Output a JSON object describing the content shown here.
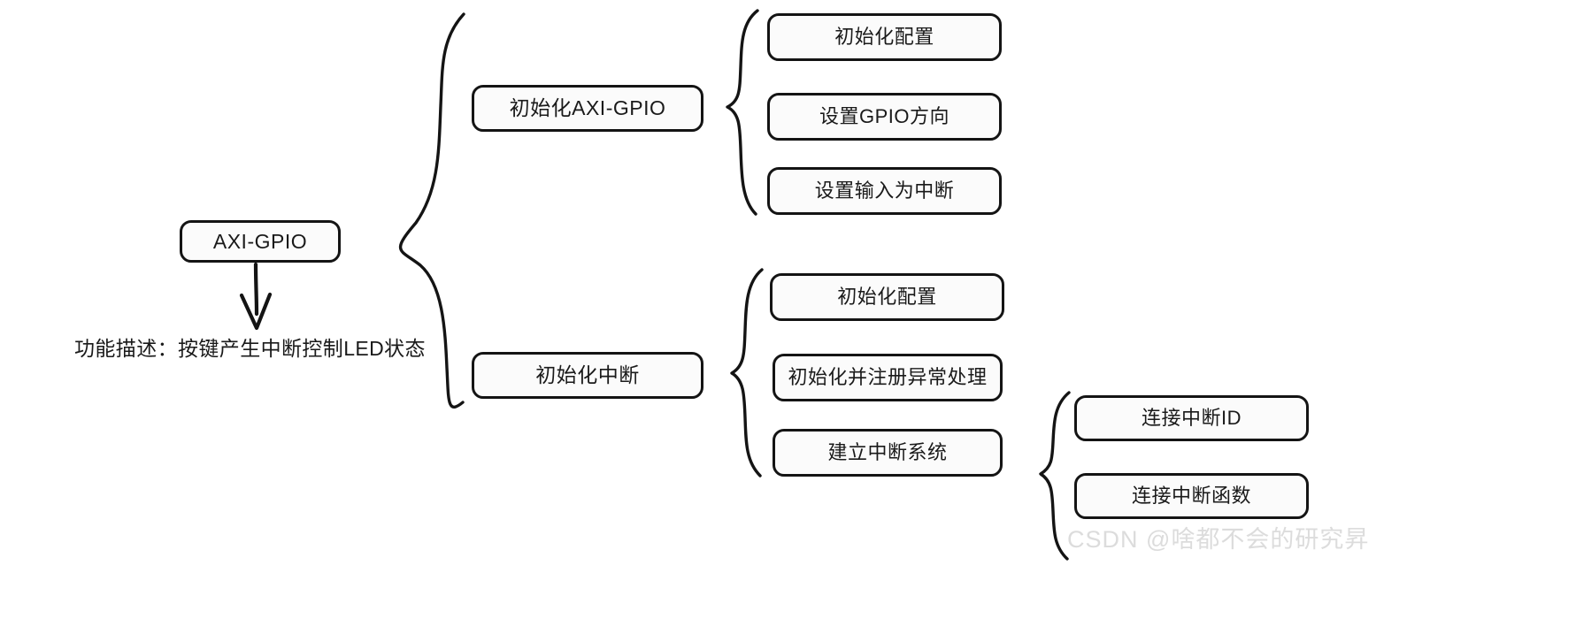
{
  "diagram": {
    "type": "mind-map",
    "root": {
      "label": "AXI-GPIO"
    },
    "description": "功能描述：按键产生中断控制LED状态",
    "branches": [
      {
        "label": "初始化AXI-GPIO",
        "children": [
          {
            "label": "初始化配置"
          },
          {
            "label": "设置GPIO方向"
          },
          {
            "label": "设置输入为中断"
          }
        ]
      },
      {
        "label": "初始化中断",
        "children": [
          {
            "label": "初始化配置"
          },
          {
            "label": "初始化并注册异常处理"
          },
          {
            "label": "建立中断系统",
            "children": [
              {
                "label": "连接中断ID"
              },
              {
                "label": "连接中断函数"
              }
            ]
          }
        ]
      }
    ]
  },
  "watermark": {
    "text": "CSDN @啥都不会的研究昇"
  },
  "colors": {
    "stroke": "#141414",
    "node_fill": "#fbfbfb",
    "text": "#1a1a1a",
    "watermark": "#dcdcdc",
    "background": "#ffffff"
  }
}
